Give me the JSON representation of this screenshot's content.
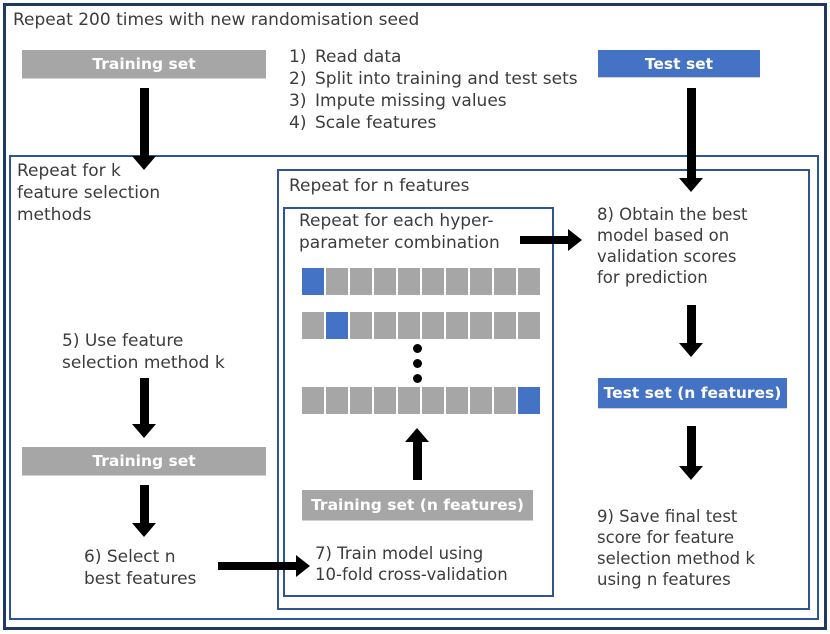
{
  "title": "Repeat 200 times with new randomisation seed",
  "colors": {
    "bar_gray": "#a6a6a6",
    "bar_blue": "#4472c4",
    "box_border_blue": "#2f5496",
    "outer_border": "#1f3864",
    "text": "#3c3c3c",
    "bar_text": "#ffffff"
  },
  "top_row": {
    "training_bar_label": "Training set",
    "test_bar_label": "Test set",
    "steps": [
      {
        "num": "1)",
        "text": "Read data"
      },
      {
        "num": "2)",
        "text": "Split into training and test sets"
      },
      {
        "num": "3)",
        "text": "Impute missing values"
      },
      {
        "num": "4)",
        "text": "Scale features"
      }
    ]
  },
  "k_box": {
    "label": "Repeat for k\nfeature selection\nmethods",
    "step5": "5) Use feature\nselection method k",
    "training_bar_label": "Training set",
    "step6": "6) Select n\nbest features"
  },
  "n_box": {
    "label": "Repeat for n features",
    "hyper_box": {
      "label": "Repeat for each hyper-\nparameter combination",
      "grid": {
        "cells_per_row": 10,
        "rows": [
          {
            "blue_index": 0
          },
          {
            "blue_index": 1
          },
          {
            "blue_index": 9
          }
        ]
      },
      "training_bar_label": "Training set (n features)",
      "step7": "7) Train model using\n10-fold cross-validation"
    },
    "right_column": {
      "step8": "8) Obtain the best\nmodel based on\nvalidation scores\nfor prediction",
      "test_bar_label": "Test set (n features)",
      "step9": "9) Save final test\nscore for feature\nselection method k\nusing n features"
    }
  }
}
